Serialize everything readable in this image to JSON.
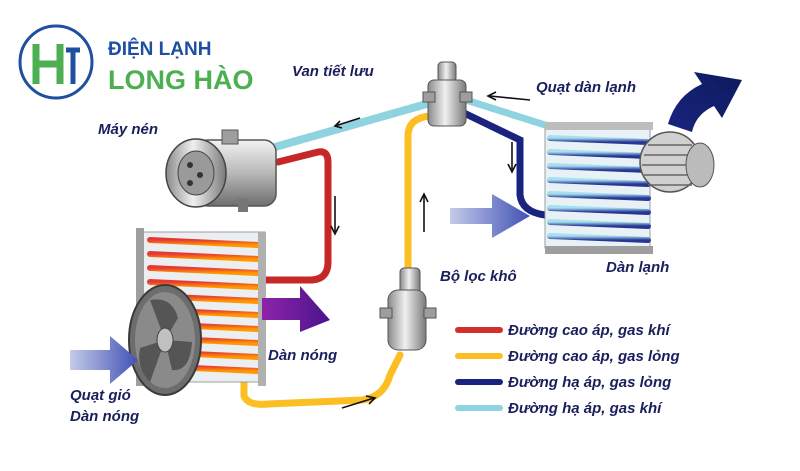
{
  "brand": {
    "line1": "ĐIỆN LẠNH",
    "line2": "LONG HÀO",
    "colors": {
      "blue": "#1f4fa0",
      "green": "#4caf50"
    }
  },
  "labels": {
    "expansion_valve": "Van tiết lưu",
    "compressor": "Máy nén",
    "evaporator_fan": "Quạt dàn lạnh",
    "evaporator": "Dàn lạnh",
    "receiver_drier": "Bộ lọc khô",
    "condenser": "Dàn nóng",
    "condenser_fan_line1": "Quạt gió",
    "condenser_fan_line2": "Dàn nóng"
  },
  "legend": [
    {
      "label": "Đường cao áp, gas khí",
      "color": "#d32f2f"
    },
    {
      "label": "Đường cao áp, gas lỏng",
      "color": "#fbbf24"
    },
    {
      "label": "Đường hạ áp, gas lỏng",
      "color": "#1a237e"
    },
    {
      "label": "Đường hạ áp, gas khí",
      "color": "#8fd3e0"
    }
  ]
}
